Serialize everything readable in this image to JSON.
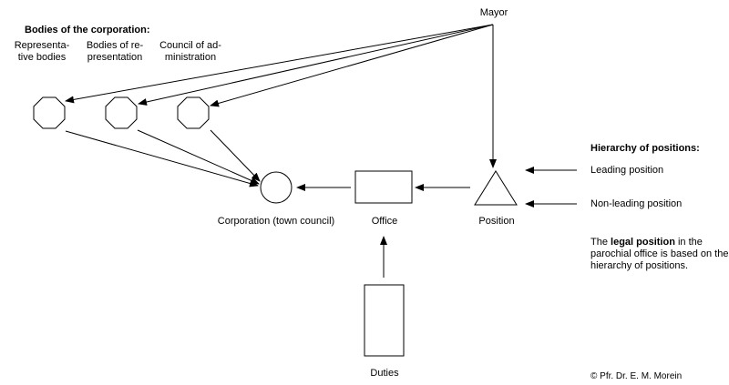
{
  "diagram": {
    "mayor": "Mayor",
    "bodies_heading": "Bodies of the corporation:",
    "bodies": [
      {
        "line1": "Representa-",
        "line2": "tive bodies"
      },
      {
        "line1": "Bodies of re-",
        "line2": "presentation"
      },
      {
        "line1": "Council of ad-",
        "line2": "ministration"
      }
    ],
    "corporation": "Corporation (town council)",
    "office": "Office",
    "position": "Position",
    "duties": "Duties",
    "hierarchy_heading": "Hierarchy of positions:",
    "leading": "Leading position",
    "non_leading": "Non-leading position",
    "legal_prefix": "The ",
    "legal_bold": "legal position",
    "legal_suffix": " in the parochial office is based on the hierarchy of positions.",
    "copyright": "© Pfr. Dr. E. M. Morein"
  }
}
